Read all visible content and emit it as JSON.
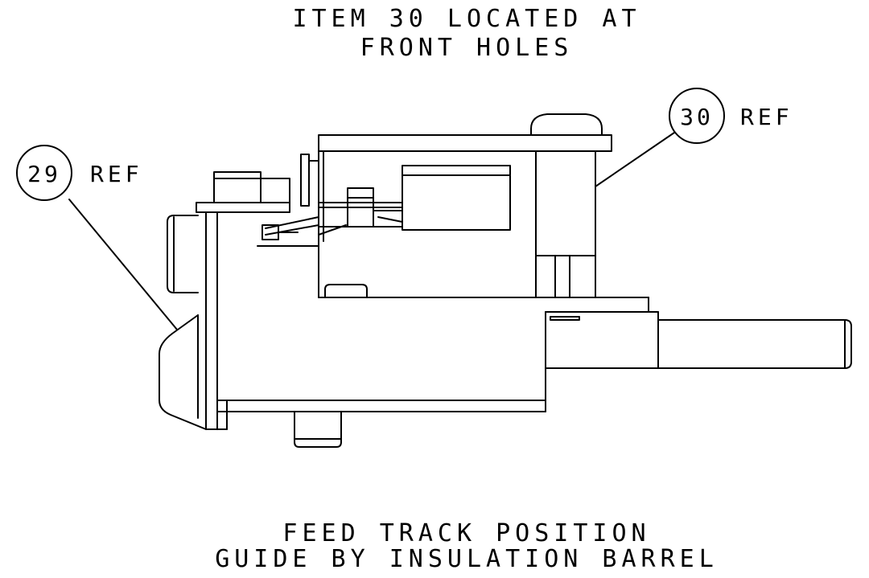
{
  "top_note": {
    "line1": "ITEM 30 LOCATED AT",
    "line2": "FRONT HOLES"
  },
  "bottom_note": {
    "line1": "FEED TRACK POSITION",
    "line2": "GUIDE BY INSULATION BARREL"
  },
  "callouts": [
    {
      "number": "29",
      "suffix": "REF"
    },
    {
      "number": "30",
      "suffix": "REF"
    }
  ],
  "colors": {
    "line": "#000000",
    "background": "#ffffff"
  }
}
